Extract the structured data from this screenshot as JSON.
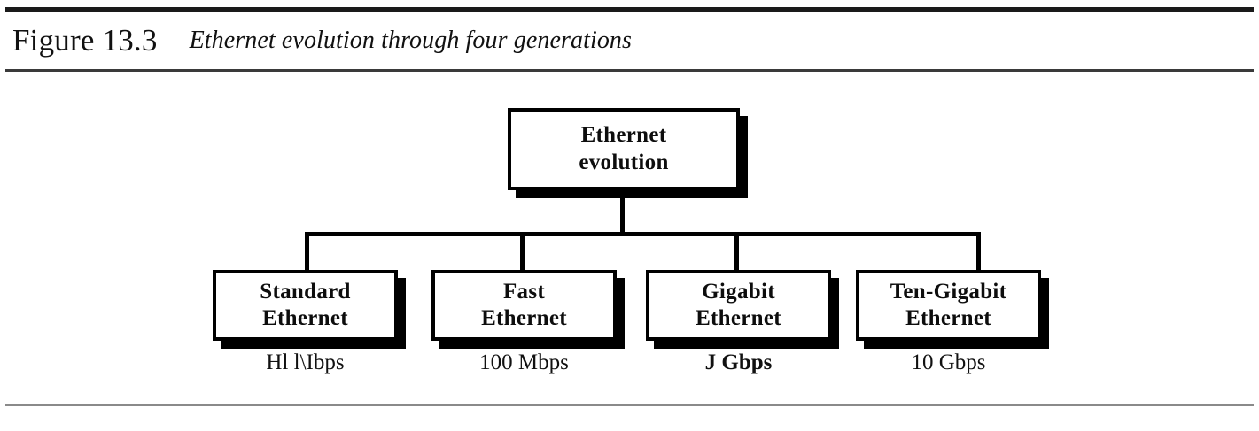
{
  "figure": {
    "label": "Figure 13.3",
    "title": "Ethernet evolution through four generations"
  },
  "diagram": {
    "root": {
      "line1": "Ethernet",
      "line2": "evolution"
    },
    "children": [
      {
        "line1": "Standard",
        "line2": "Ethernet",
        "speed": "Hl l\\Ibps",
        "speed_bold": false
      },
      {
        "line1": "Fast",
        "line2": "Ethernet",
        "speed": "100 Mbps",
        "speed_bold": false
      },
      {
        "line1": "Gigabit",
        "line2": "Ethernet",
        "speed": "J Gbps",
        "speed_bold": true
      },
      {
        "line1": "Ten-Gigabit",
        "line2": "Ethernet",
        "speed": "10 Gbps",
        "speed_bold": false
      }
    ]
  },
  "colors": {
    "ink": "#000000",
    "rule": "#1a1a1a",
    "paper": "#ffffff"
  }
}
